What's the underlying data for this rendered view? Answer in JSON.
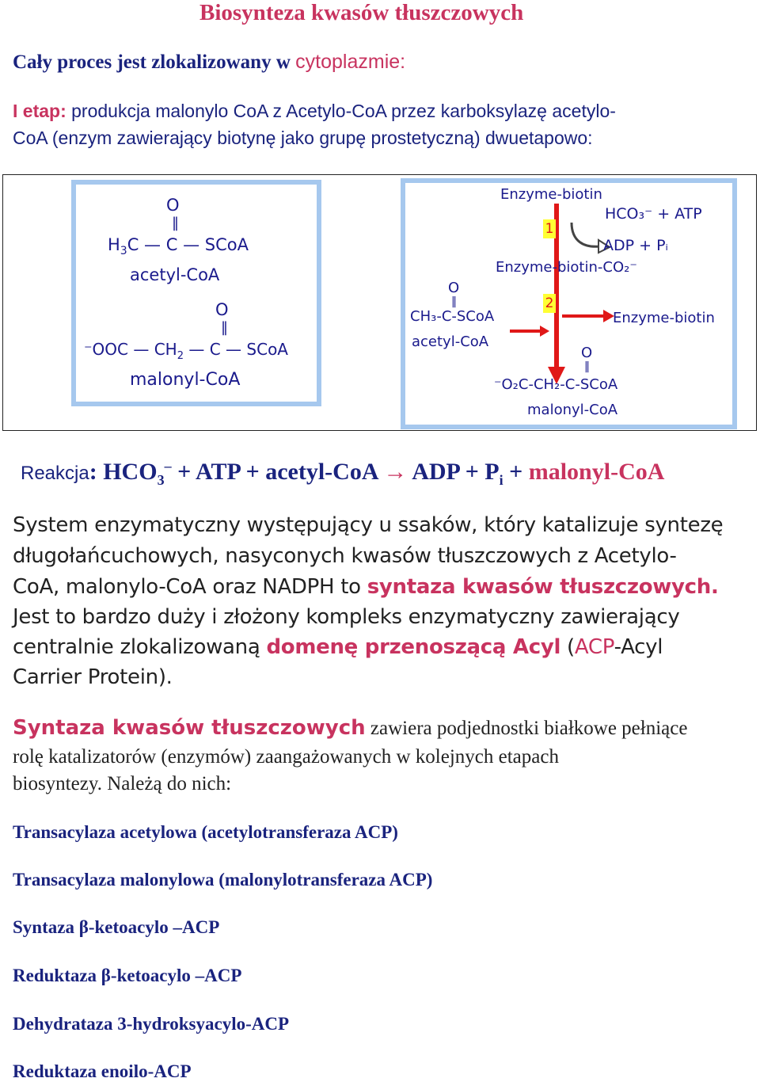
{
  "title": "Biosynteza kwasów tłuszczowych",
  "intro": {
    "text": "Cały proces jest zlokalizowany w ",
    "highlight": "cytoplazmie:"
  },
  "etap": {
    "label": "I etap:",
    "line1": " produkcja malonylo CoA z Acetylo-CoA przez karboksylazę acetylo-",
    "line2": "CoA (enzym zawierający biotynę jako grupę prostetyczną) dwuetapowo:"
  },
  "figure": {
    "left": {
      "acetyl_o": "O",
      "acetyl_formula_left": "H",
      "acetyl_formula_sub": "3",
      "acetyl_formula_rest": "C — C — SCoA",
      "acetyl_name": "acetyl-CoA",
      "malonyl_o": "O",
      "malonyl_formula_pre": "⁻OOC — CH",
      "malonyl_formula_sub": "2",
      "malonyl_formula_rest": " — C — SCoA",
      "malonyl_name": "malonyl-CoA"
    },
    "right": {
      "enzyme_biotin_top": "Enzyme-biotin",
      "step1": "1",
      "hco3": "HCO₃⁻ + ATP",
      "adp": "ADP + Pᵢ",
      "enzyme_biotin_co2": "Enzyme-biotin-CO₂⁻",
      "acetyl_o": "O",
      "acetyl_formula": "CH₃-C-SCoA",
      "acetyl_name": "acetyl-CoA",
      "step2": "2",
      "enzyme_biotin_out": "Enzyme-biotin",
      "malonyl_o": "O",
      "malonyl_formula": "⁻O₂C-CH₂-C-SCoA",
      "malonyl_name": "malonyl-CoA"
    }
  },
  "reaction": {
    "label": "Reakcja",
    "colon": ":",
    "hco": "HCO",
    "hco_sub": "3",
    "hco_sup": "–",
    "mid": " + ATP + acetyl-CoA ",
    "arrow": "→",
    "adp": " ADP + P",
    "pi_sub": "i",
    "plus": " + ",
    "product": "malonyl-CoA"
  },
  "paragraph1": {
    "l1": "System enzymatyczny występujący u ssaków, który katalizuje syntezę",
    "l2": "długołańcuchowych, nasyconych kwasów tłuszczowych z Acetylo-",
    "l3_pre": "CoA, malonylo-CoA oraz NADPH to ",
    "l3_hl": "syntaza kwasów tłuszczowych.",
    "l4": "Jest to bardzo duży i złożony kompleks enzymatyczny zawierający",
    "l5_pre": "centralnie zlokalizowaną ",
    "l5_hl": "domenę przenoszącą Acyl",
    "l5_mid": " (",
    "l5_acp": "ACP",
    "l5_post": "-Acyl",
    "l6": "Carrier Protein)."
  },
  "paragraph2": {
    "l1_hl": "Syntaza kwasów tłuszczowych",
    "l1_rest": " zawiera podjednostki białkowe pełniące",
    "l2": "rolę katalizatorów (enzymów) zaangażowanych w kolejnych etapach",
    "l3": "biosyntezy. Należą do nich:"
  },
  "enzymes": [
    "Transacylaza acetylowa (acetylotransferaza ACP)",
    "Transacylaza malonylowa (malonylotransferaza ACP)",
    "Syntaza β-ketoacylo –ACP",
    "Reduktaza β-ketoacylo –ACP",
    "Dehydrataza 3-hydroksyacylo-ACP",
    "Reduktaza enoilo-ACP"
  ]
}
